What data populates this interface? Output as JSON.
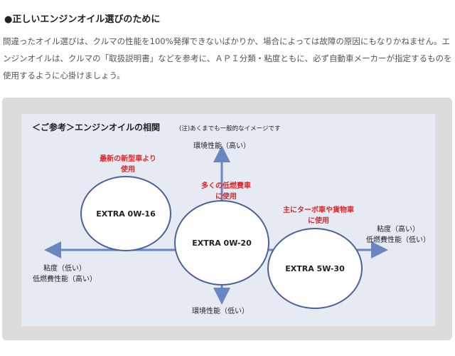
{
  "heading": "●正しいエンジンオイル選びのために",
  "intro": "間違ったオイル選びは、クルマの性能を100%発揮できないばかりか、場合によっては故障の原因にもなりかねません。エンジンオイルは、クルマの「取扱説明書」などを参考に、ＡＰＩ分類・粘度ともに、必ず自動車メーカーが指定するものを使用するように心掛けましょう。",
  "diagram": {
    "title": "＜ご参考＞エンジンオイルの相関",
    "note": "(注)あくまでも一般的なイメージです",
    "axis_top": "環境性能（高い）",
    "axis_bottom": "環境性能（低い）",
    "axis_right_1": "粘度（高い）",
    "axis_right_2": "低燃費性能（低い）",
    "axis_left_1": "粘度（低い）",
    "axis_left_2": "低燃費性能（高い）",
    "oils": [
      {
        "name": "EXTRA 0W-16",
        "note_1": "最新の新型車より",
        "note_2": "使用"
      },
      {
        "name": "EXTRA 0W-20",
        "note_1": "多くの低燃費車",
        "note_2": "に使用"
      },
      {
        "name": "EXTRA 5W-30",
        "note_1": "主にターボ車や貨物車",
        "note_2": "に使用"
      }
    ],
    "colors": {
      "arrow": "#6a86c0",
      "circle_stroke": "#4a6296",
      "note": "#e0262a"
    }
  }
}
